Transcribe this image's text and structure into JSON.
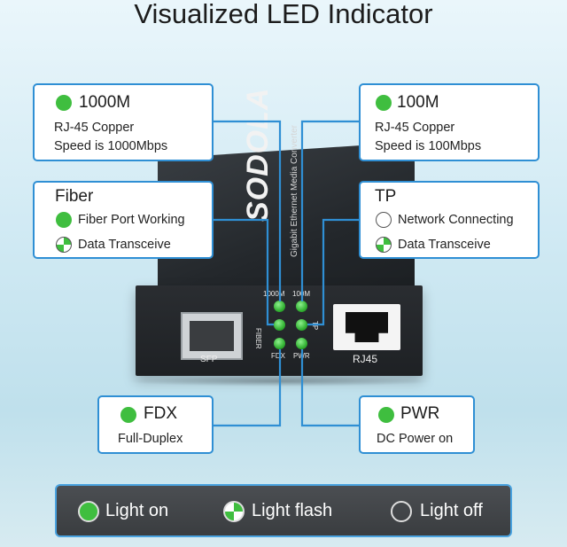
{
  "title": "Visualized LED Indicator",
  "device": {
    "brand": "SODOLA",
    "subtitle": "Gigabit Ethernet Media Converter",
    "sfp_label": "SFP",
    "rj45_label": "RJ45",
    "leds": {
      "l1000m": "1000M",
      "l100m": "100M",
      "fiber": "FIBER",
      "tp": "TP",
      "fdx": "FDX",
      "pwr": "PWR"
    }
  },
  "callouts": {
    "c1000m": {
      "head": "1000M",
      "line1": "RJ-45 Copper",
      "line2": "Speed is 1000Mbps",
      "indicator": "on"
    },
    "c100m": {
      "head": "100M",
      "line1": "RJ-45 Copper",
      "line2": "Speed is 100Mbps",
      "indicator": "on"
    },
    "fiber": {
      "head": "Fiber",
      "line1": "Fiber Port Working",
      "line2": "Data Transceive",
      "ind1": "on",
      "ind2": "flash"
    },
    "tp": {
      "head": "TP",
      "line1": "Network Connecting",
      "line2": "Data Transceive",
      "ind1": "off",
      "ind2": "flash"
    },
    "fdx": {
      "head": "FDX",
      "line1": "Full-Duplex",
      "indicator": "on"
    },
    "pwr": {
      "head": "PWR",
      "line1": "DC Power on",
      "indicator": "on"
    }
  },
  "legend": {
    "on": "Light on",
    "flash": "Light flash",
    "off": "Light off"
  },
  "colors": {
    "accent": "#2f8fd4",
    "led_green": "#3fbe3f",
    "legend_bg": "#44474b"
  }
}
